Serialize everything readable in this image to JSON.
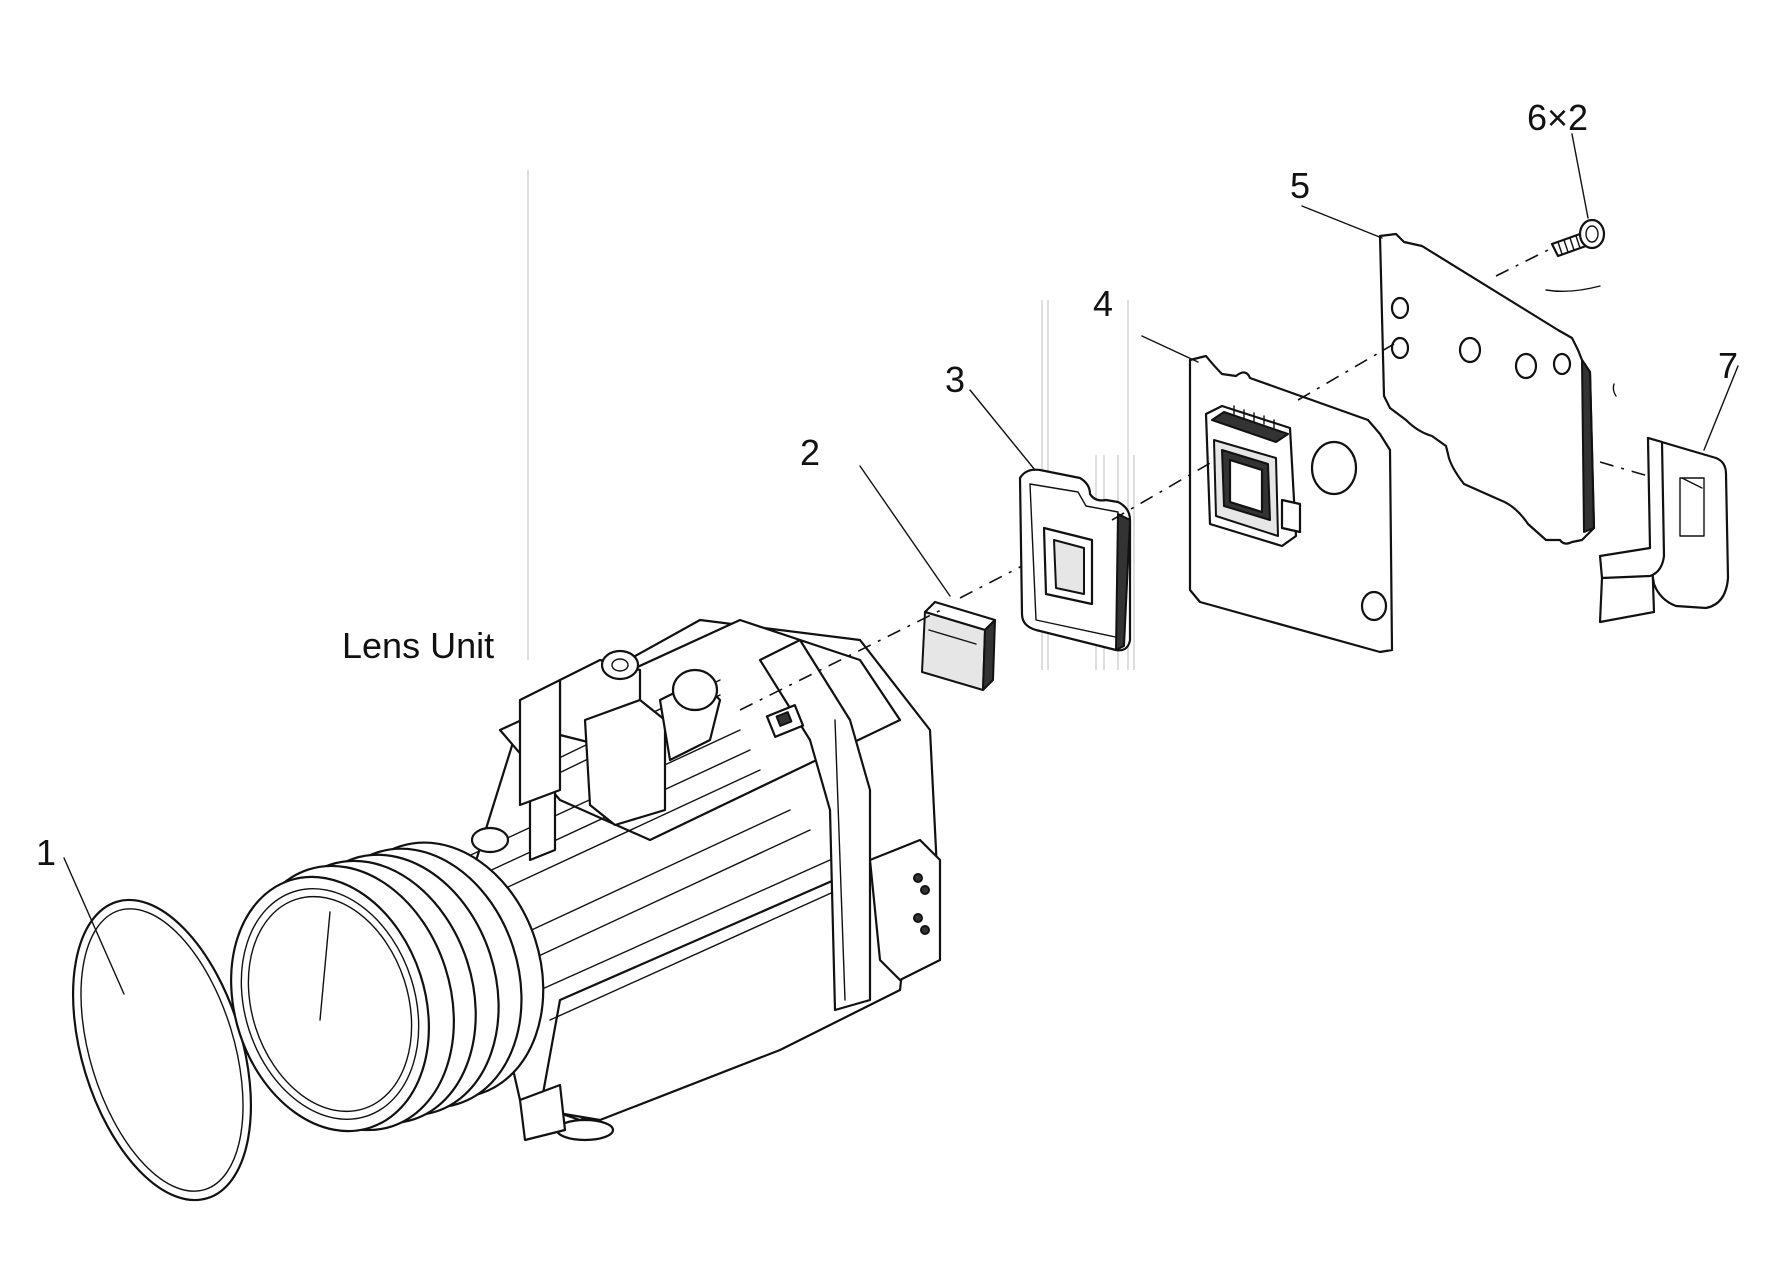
{
  "diagram": {
    "labels": {
      "lens_unit": "Lens Unit",
      "part_1": "1",
      "part_2": "2",
      "part_3": "3",
      "part_4": "4",
      "part_5": "5",
      "part_6": "6×2",
      "part_7": "7"
    }
  }
}
